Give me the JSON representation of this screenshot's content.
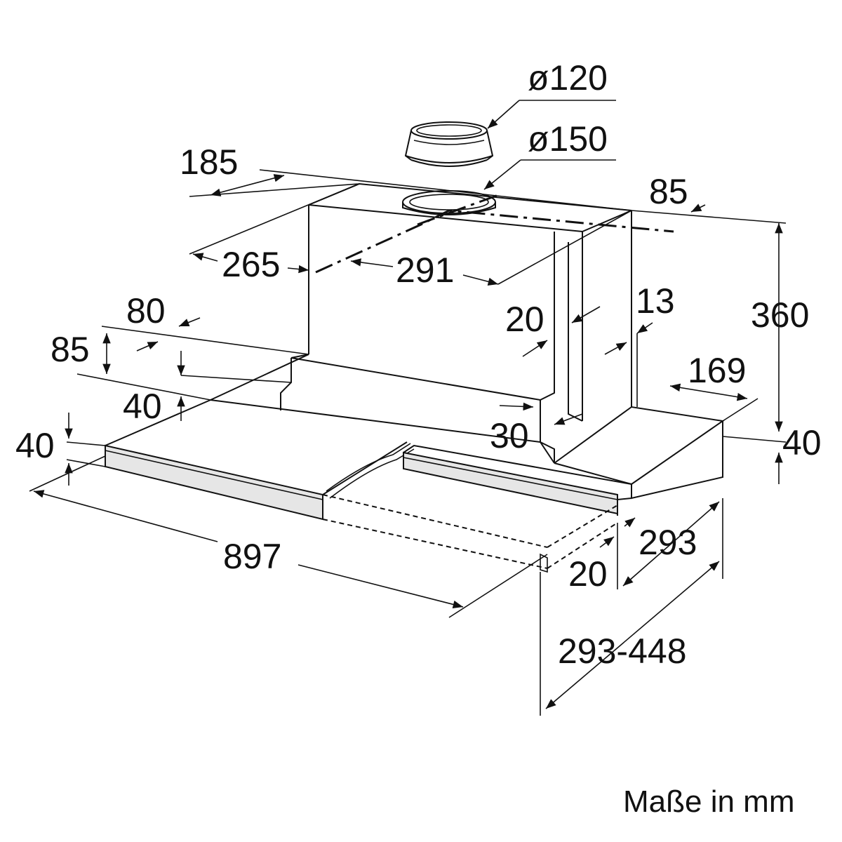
{
  "dimensions": {
    "d_o120": "ø120",
    "d_o150": "ø150",
    "d_185": "185",
    "d_85_top": "85",
    "d_265": "265",
    "d_291": "291",
    "d_360": "360",
    "d_80": "80",
    "d_20_upper": "20",
    "d_13": "13",
    "d_85_left": "85",
    "d_169": "169",
    "d_40_mid": "40",
    "d_30": "30",
    "d_40_left": "40",
    "d_40_right": "40",
    "d_897": "897",
    "d_293": "293",
    "d_20_lower": "20",
    "d_293_448": "293-448"
  },
  "footer": {
    "units": "Maße in mm"
  }
}
